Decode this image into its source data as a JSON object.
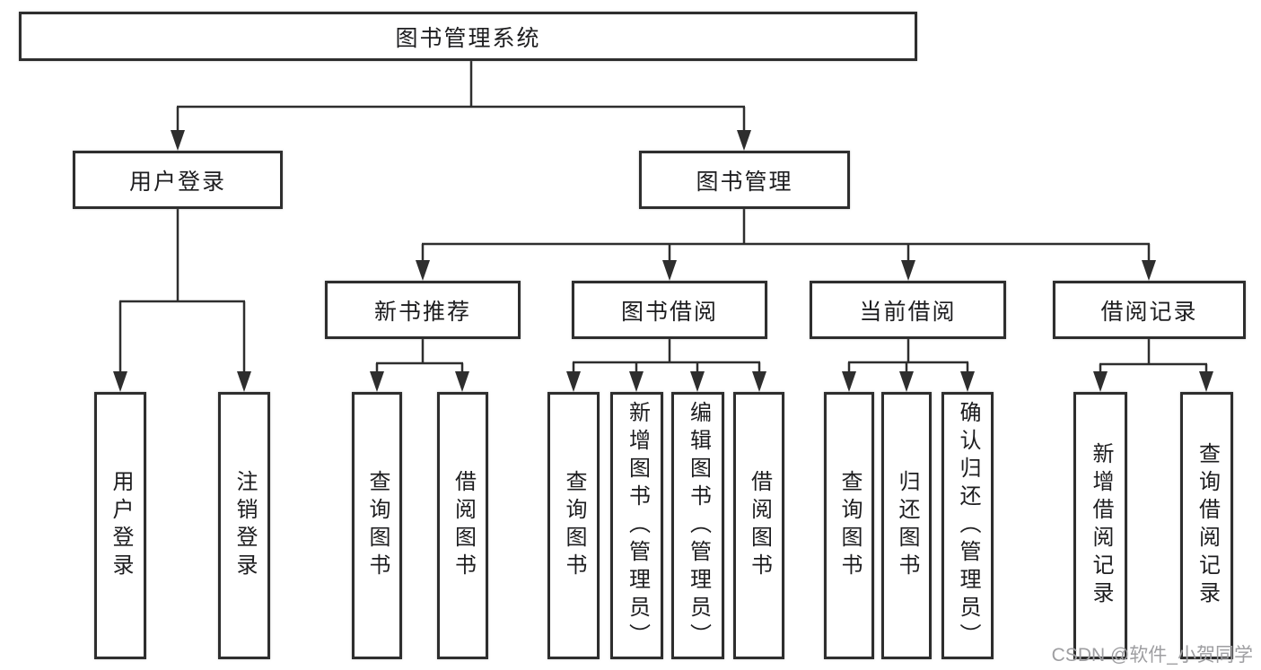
{
  "diagram": {
    "title": "图书管理系统",
    "type": "hierarchy-tree",
    "colors": {
      "line": "#2e2e2e",
      "border": "#2e2e2e",
      "text": "#1d1d1f",
      "background": "#ffffff",
      "watermark": "#9e9ea1"
    },
    "nodes": {
      "root": "图书管理系统",
      "user_login": "用户登录",
      "book_mgmt": "图书管理",
      "new_book_rec": "新书推荐",
      "book_borrow": "图书借阅",
      "current_borrow": "当前借阅",
      "borrow_records": "借阅记录",
      "leaf_user_login": "用户登录",
      "leaf_logout": "注销登录",
      "rec_query_book": "查询图书",
      "rec_borrow_book": "借阅图书",
      "bb_query_book": "查询图书",
      "bb_add_book": "新增图书（管理员）",
      "bb_edit_book": "编辑图书（管理员）",
      "bb_borrow_book": "借阅图书",
      "cb_query_book": "查询图书",
      "cb_return_book": "归还图书",
      "cb_confirm_return": "确认归还（管理员）",
      "br_add_record": "新增借阅记录",
      "br_query_record": "查询借阅记录"
    },
    "edges": [
      [
        "root",
        "user_login"
      ],
      [
        "root",
        "book_mgmt"
      ],
      [
        "user_login",
        "leaf_user_login"
      ],
      [
        "user_login",
        "leaf_logout"
      ],
      [
        "book_mgmt",
        "new_book_rec"
      ],
      [
        "book_mgmt",
        "book_borrow"
      ],
      [
        "book_mgmt",
        "current_borrow"
      ],
      [
        "book_mgmt",
        "borrow_records"
      ],
      [
        "new_book_rec",
        "rec_query_book"
      ],
      [
        "new_book_rec",
        "rec_borrow_book"
      ],
      [
        "book_borrow",
        "bb_query_book"
      ],
      [
        "book_borrow",
        "bb_add_book"
      ],
      [
        "book_borrow",
        "bb_edit_book"
      ],
      [
        "book_borrow",
        "bb_borrow_book"
      ],
      [
        "current_borrow",
        "cb_query_book"
      ],
      [
        "current_borrow",
        "cb_return_book"
      ],
      [
        "current_borrow",
        "cb_confirm_return"
      ],
      [
        "borrow_records",
        "br_add_record"
      ],
      [
        "borrow_records",
        "br_query_record"
      ]
    ],
    "watermark": "CSDN @软件_小贺同学"
  }
}
